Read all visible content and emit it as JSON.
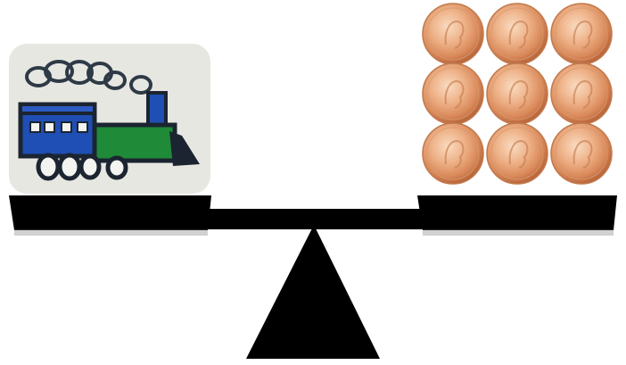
{
  "scene": {
    "background_color": "#ffffff",
    "balance_color": "#000000",
    "coin_color": "#e7a472",
    "left_item": {
      "name": "toy-train-card",
      "card_color": "#e7e7e2",
      "cab_color": "#1f4fb4",
      "engine_color": "#1f8a38",
      "outline_color": "#1b2430",
      "smoke_color": "#2e3a46"
    },
    "right_item": {
      "name": "penny-stack",
      "coin_count": 9,
      "rows": 3,
      "columns": 3
    }
  }
}
